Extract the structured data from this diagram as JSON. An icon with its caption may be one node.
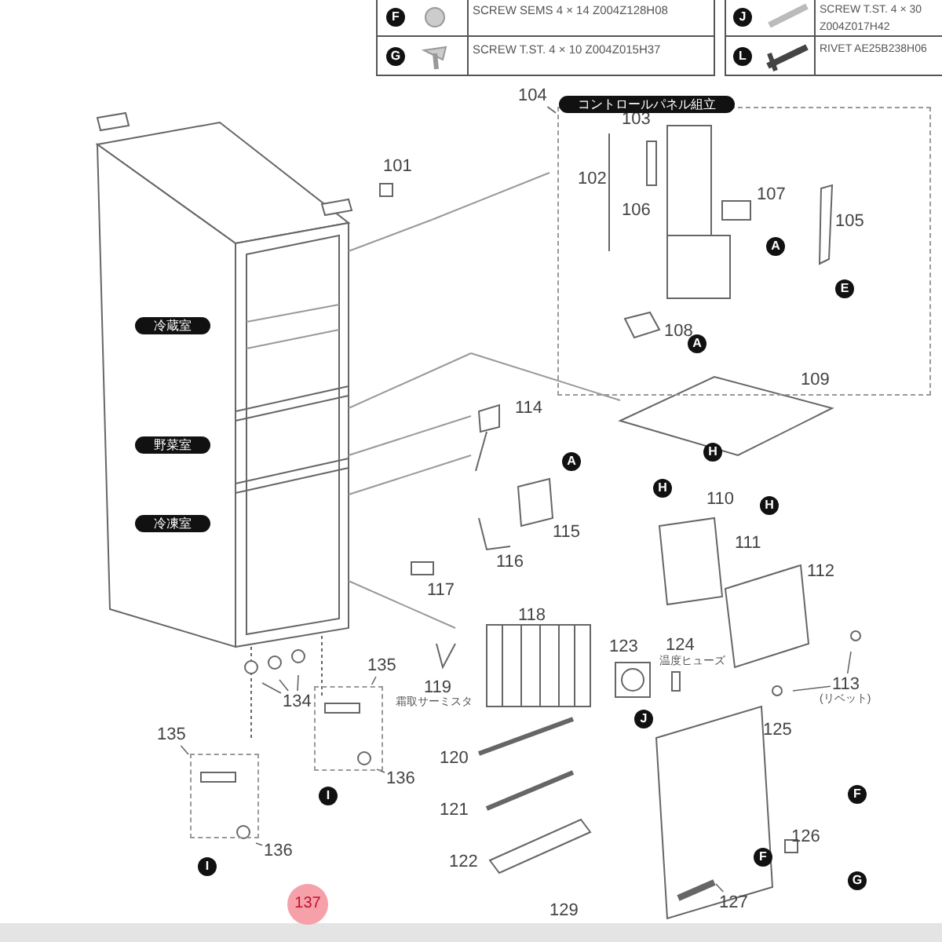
{
  "diagram": {
    "nodes": [
      {
        "text": [
          "コントロールパネル組立"
        ]
      },
      {
        "text": [
          "104"
        ]
      },
      {
        "text": [
          "135"
        ]
      },
      {
        "text": [],
        "shape": "box"
      },
      {
        "text": [
          "136"
        ]
      },
      {
        "text": [
          "134"
        ]
      },
      {
        "text": [
          "113"
        ],
        "beside": [
          "(リベット)"
        ]
      },
      {
        "text": [
          "135"
        ]
      },
      {
        "text": [],
        "shape": "box"
      },
      {
        "text": [
          "136"
        ]
      },
      {
        "text": [
          "127"
        ]
      }
    ],
    "edges": [
      {
        "from": 1,
        "to": 0,
        "arrow": "none"
      },
      {
        "from": 2,
        "to": 3,
        "arrow": "none"
      },
      {
        "from": 4,
        "to": null,
        "arrow": "none"
      },
      {
        "from": 5,
        "to": null,
        "arrow": "none"
      },
      {
        "from": 5,
        "to": null,
        "arrow": "none"
      },
      {
        "from": 5,
        "to": null,
        "arrow": "none"
      },
      {
        "from": 6,
        "to": null,
        "arrow": "none"
      },
      {
        "from": 6,
        "to": null,
        "arrow": "none"
      },
      {
        "from": 7,
        "to": 8,
        "arrow": "none"
      },
      {
        "from": 9,
        "to": null,
        "arrow": "none"
      },
      {
        "from": 10,
        "to": null,
        "arrow": "none"
      }
    ],
    "labels": [
      "F",
      "SCREW SEMS 4 × 14 Z004Z128H08",
      "J",
      "SCREW T.ST. 4 × 30 Z004Z017H42",
      "G",
      "SCREW T.ST. 4 × 10 Z004Z015H37",
      "L",
      "RIVET AE25B238H06",
      "103",
      "101",
      "102",
      "106",
      "107",
      "105",
      "A",
      "E",
      "冷蔵室",
      "108",
      "A",
      "109",
      "114",
      "野菜室",
      "A",
      "H",
      "H",
      "110",
      "H",
      "冷凍室",
      "115",
      "111",
      "116",
      "112",
      "117",
      "118",
      "123",
      "124",
      "温度ヒューズ",
      "119",
      "霜取サーミスタ",
      "J",
      "125",
      "120",
      "F",
      "121",
      "I",
      "I",
      "F",
      "126",
      "G",
      "122",
      "137",
      "129"
    ]
  }
}
